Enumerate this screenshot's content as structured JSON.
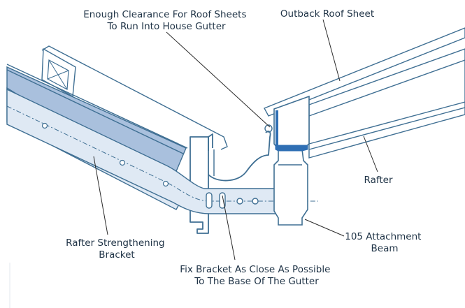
{
  "labels": {
    "clearance_line1": "Enough Clearance For Roof Sheets",
    "clearance_line2": "To Run Into House Gutter",
    "outback": "Outback Roof Sheet",
    "rafter": "Rafter",
    "strengthening_line1": "Rafter Strengthening",
    "strengthening_line2": "Bracket",
    "fix_line1": "Fix Bracket As Close As Possible",
    "fix_line2": "To The Base Of The Gutter",
    "beam_line1": "105 Attachment",
    "beam_line2": "Beam"
  },
  "colors": {
    "line": "#3f6f93",
    "fill_light": "#dfe9f4",
    "fill_mid": "#a9c0dd",
    "fill_dark": "#2f6fb4",
    "text": "#1f3346"
  }
}
